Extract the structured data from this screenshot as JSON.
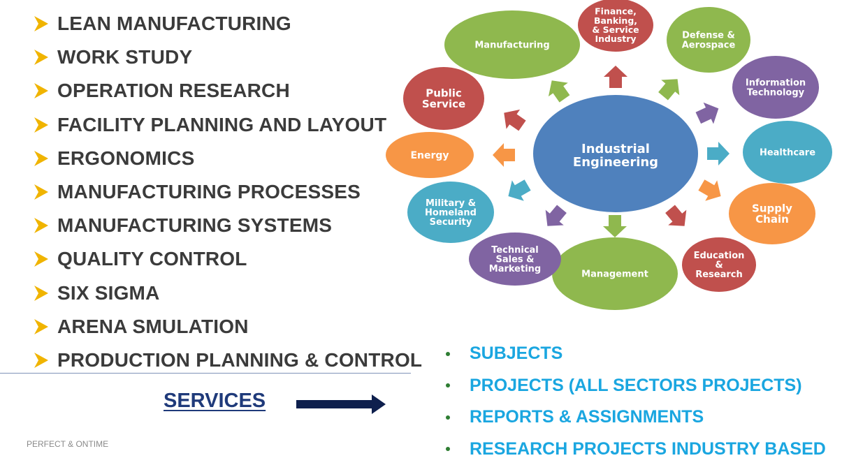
{
  "topics": [
    "LEAN MANUFACTURING",
    "WORK STUDY",
    "OPERATION RESEARCH",
    "FACILITY PLANNING AND LAYOUT",
    "ERGONOMICS",
    "MANUFACTURING PROCESSES",
    "MANUFACTURING SYSTEMS",
    "QUALITY CONTROL",
    "SIX SIGMA",
    "ARENA SMULATION",
    "PRODUCTION PLANNING & CONTROL"
  ],
  "services": {
    "heading": "SERVICES",
    "items": [
      "SUBJECTS",
      "PROJECTS (ALL SECTORS PROJECTS)",
      "REPORTS & ASSIGNMENTS",
      "RESEARCH PROJECTS INDUSTRY BASED"
    ]
  },
  "footer": "PERFECT & ONTIME",
  "colors": {
    "bullet_arrow": "#f0b400",
    "services_text": "#1aa6e0",
    "services_heading": "#1f3a7a",
    "green": "#8fb84e",
    "red": "#c0504d",
    "purple": "#8064a2",
    "teal": "#4bacc6",
    "orange": "#f79646",
    "blue": "#4f81bd"
  },
  "diagram": {
    "center": {
      "lines": [
        "Industrial",
        "Engineering"
      ],
      "color": "blue"
    },
    "nodes": [
      {
        "name": "finance",
        "lines": [
          "Finance,",
          "Banking,",
          "& Service",
          "Industry"
        ],
        "color": "red"
      },
      {
        "name": "defense",
        "lines": [
          "Defense &",
          "Aerospace"
        ],
        "color": "green"
      },
      {
        "name": "it",
        "lines": [
          "Information",
          "Technology"
        ],
        "color": "purple"
      },
      {
        "name": "healthcare",
        "lines": [
          "Healthcare"
        ],
        "color": "teal"
      },
      {
        "name": "supply-chain",
        "lines": [
          "Supply",
          "Chain"
        ],
        "color": "orange"
      },
      {
        "name": "education",
        "lines": [
          "Education",
          "&",
          "Research"
        ],
        "color": "red"
      },
      {
        "name": "management",
        "lines": [
          "Management"
        ],
        "color": "green"
      },
      {
        "name": "technical-sales",
        "lines": [
          "Technical",
          "Sales &",
          "Marketing"
        ],
        "color": "purple"
      },
      {
        "name": "military",
        "lines": [
          "Military &",
          "Homeland",
          "Security"
        ],
        "color": "teal"
      },
      {
        "name": "energy",
        "lines": [
          "Energy"
        ],
        "color": "orange"
      },
      {
        "name": "public-service",
        "lines": [
          "Public",
          "Service"
        ],
        "color": "red"
      },
      {
        "name": "manufacturing",
        "lines": [
          "Manufacturing"
        ],
        "color": "green"
      }
    ]
  }
}
